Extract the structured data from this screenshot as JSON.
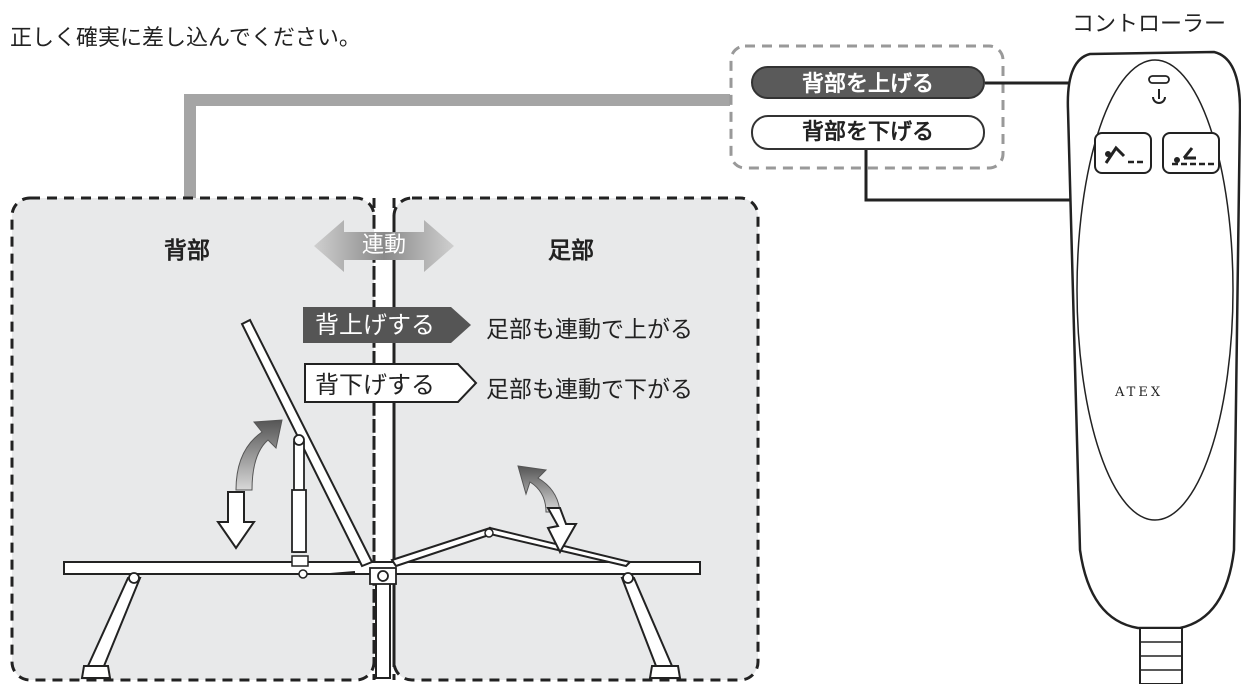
{
  "instruction": "正しく確実に差し込んでください。",
  "controller": {
    "label": "コントローラー",
    "brand": "ATEX",
    "power_icon": "power-icon",
    "buttons": [
      "back-raise-icon",
      "back-lower-icon"
    ]
  },
  "callout": {
    "raise_label": "背部を上げる",
    "lower_label": "背部を下げる"
  },
  "panels": {
    "back_title": "背部",
    "foot_title": "足部",
    "link_label": "連動"
  },
  "behaviors": [
    {
      "tag": "背上げする",
      "effect": "足部も連動で上がる"
    },
    {
      "tag": "背下げする",
      "effect": "足部も連動で下がる"
    }
  ],
  "colors": {
    "panel_bg": "#e8e9ea",
    "dark": "#555555",
    "line": "#222222",
    "connector": "#999999"
  }
}
